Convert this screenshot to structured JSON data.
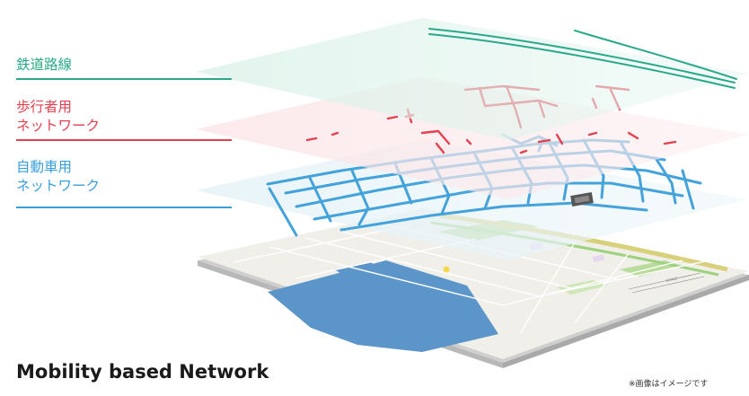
{
  "colors": {
    "rail": "#2aa98a",
    "pedestrian": "#e4404f",
    "vehicle": "#3a9fd9",
    "water": "#5b95c9",
    "park": "#8cc96a",
    "land": "#f0efea"
  },
  "legend": {
    "rail": {
      "line1": "鉄道路線",
      "line2": ""
    },
    "pedestrian": {
      "line1": "歩行者用",
      "line2": "ネットワーク"
    },
    "vehicle": {
      "line1": "自動車用",
      "line2": "ネットワーク"
    }
  },
  "title": "Mobility based Network",
  "note": "※画像はイメージです",
  "icons": [
    "map-layer",
    "station-icon"
  ]
}
